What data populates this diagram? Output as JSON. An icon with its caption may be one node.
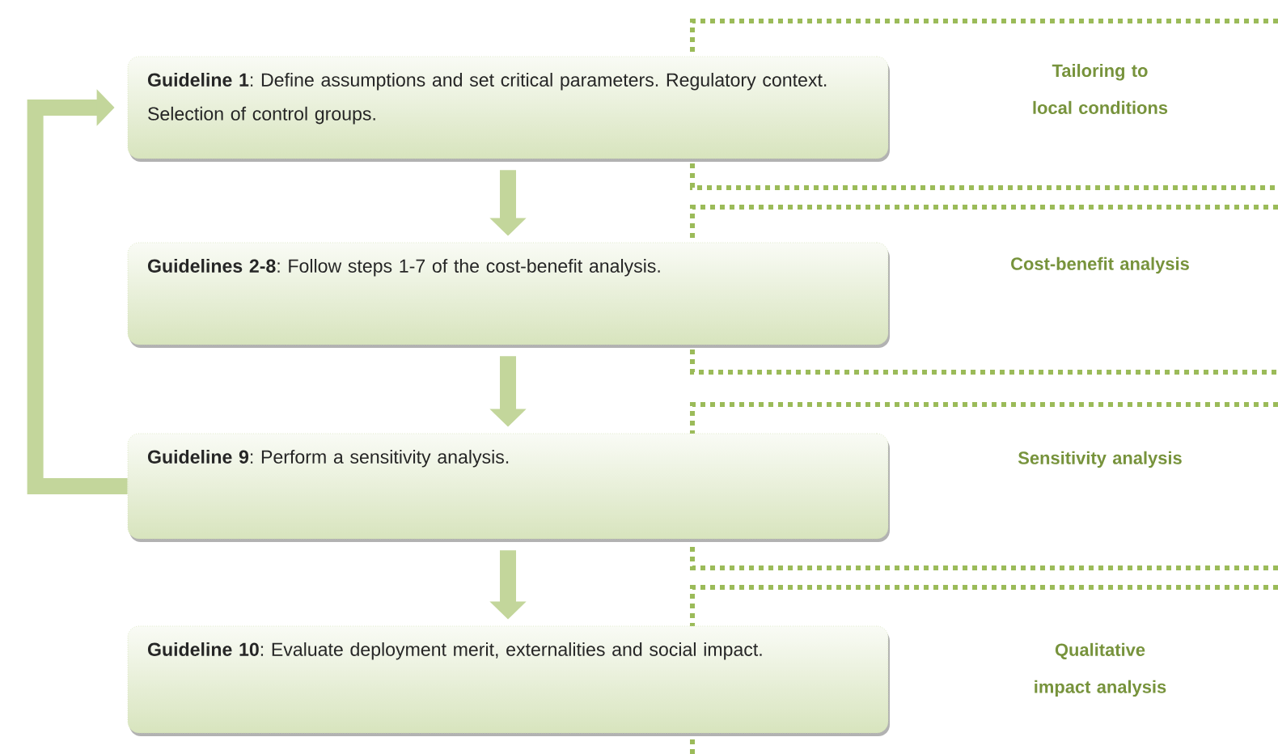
{
  "diagram": {
    "nodes": [
      {
        "text": [
          "**Guideline 1**: Define assumptions and set critical parameters. Regulatory context. Selection of control groups."
        ]
      },
      {
        "text": [
          "**Guidelines 2-8**: Follow steps 1-7 of the cost-benefit analysis."
        ]
      },
      {
        "text": [
          "**Guideline 9**: Perform a sensitivity analysis."
        ]
      },
      {
        "text": [
          "**Guideline 10**: Evaluate deployment merit, externalities and social impact."
        ]
      }
    ],
    "edges": [
      {
        "from": 0,
        "to": 1,
        "arrow": "to"
      },
      {
        "from": 1,
        "to": 2,
        "arrow": "to"
      },
      {
        "from": 2,
        "to": 3,
        "arrow": "to"
      },
      {
        "from": 2,
        "to": 0,
        "arrow": "to"
      }
    ],
    "labels": [
      "Tailoring to local conditions",
      "Cost-benefit analysis",
      "Sensitivity analysis",
      "Qualitative impact analysis"
    ]
  }
}
